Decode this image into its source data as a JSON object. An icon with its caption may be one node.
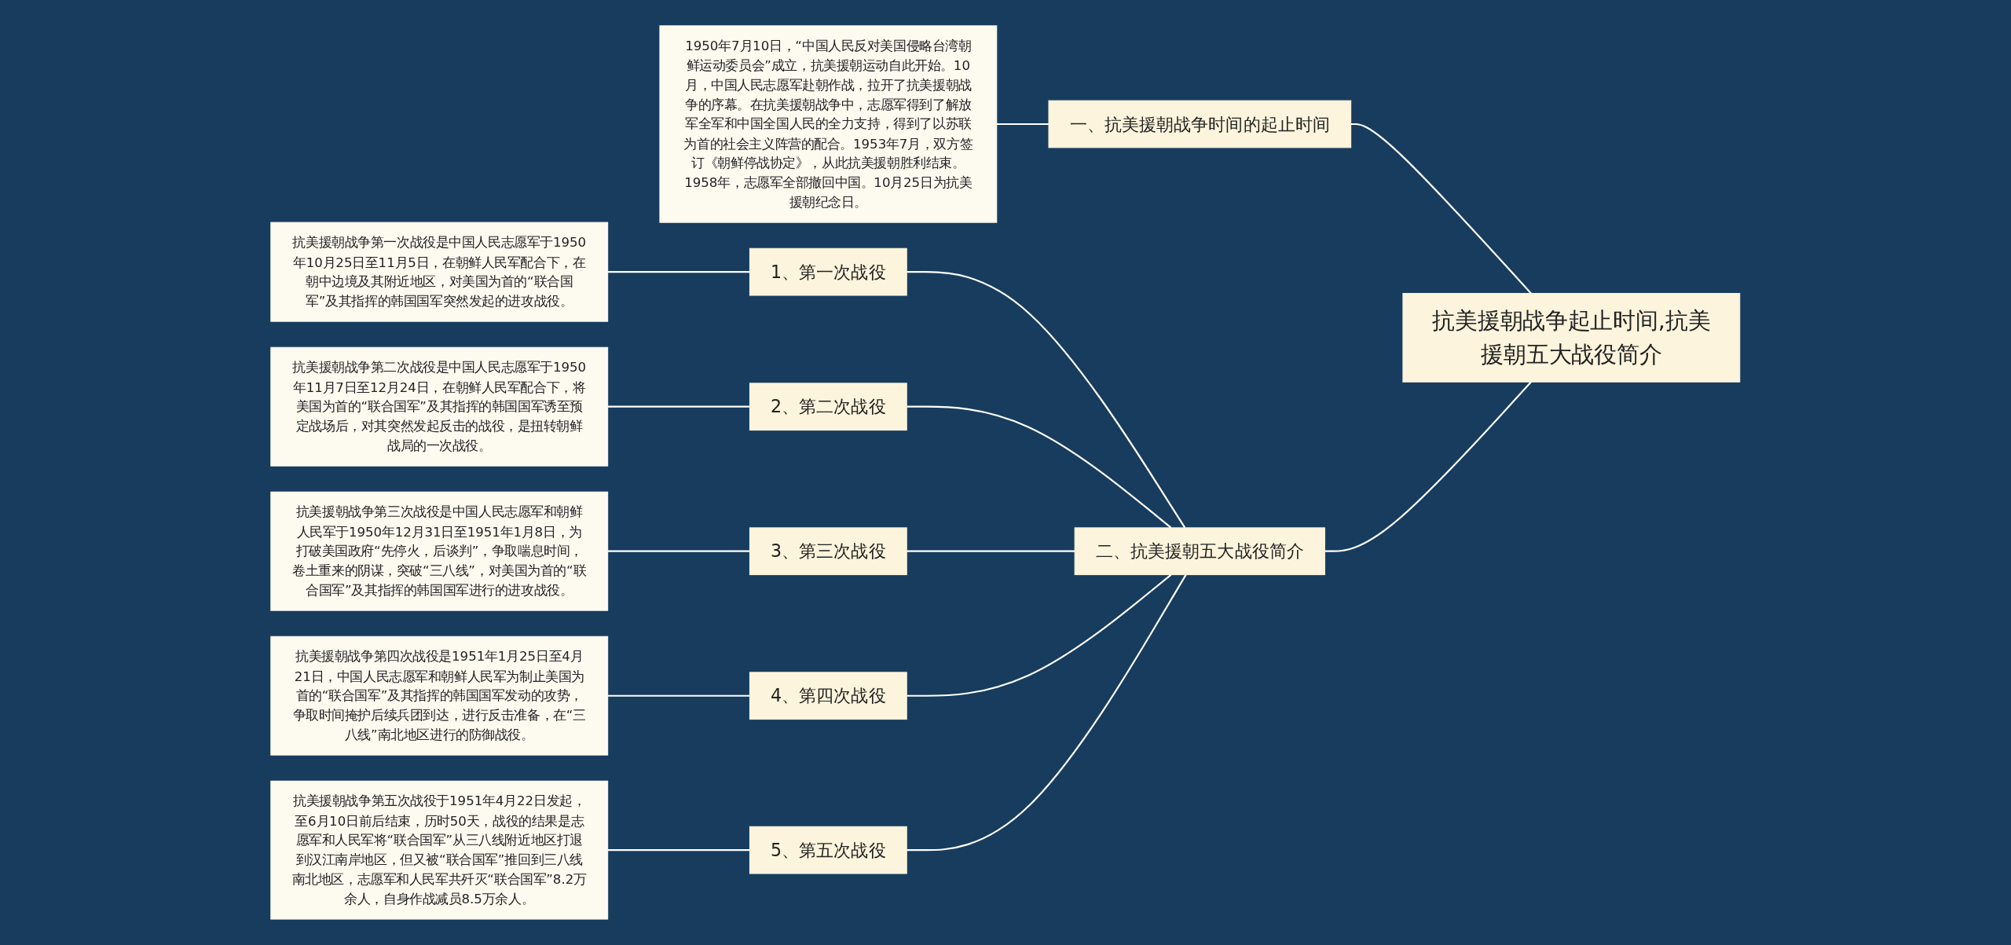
{
  "diagram": {
    "nodes": [
      {
        "text": [
          "抗美援朝战争起止时间,抗美援朝五大战役简介"
        ]
      },
      {
        "text": [
          "一、抗美援朝战争时间的起止时间"
        ]
      },
      {
        "text": [
          "1950年7月10日，“中国人民反对美国侵略台湾朝鲜运动委员会”成立，抗美援朝运动自此开始。10月，中国人民志愿军赴朝作战，拉开了抗美援朝战争的序幕。在抗美援朝战争中，志愿军得到了解放军全军和中国全国人民的全力支持，得到了以苏联为首的社会主义阵营的配合。1953年7月，双方签订《朝鲜停战协定》，从此抗美援朝胜利结束。1958年，志愿军全部撤回中国。10月25日为抗美援朝纪念日。"
        ]
      },
      {
        "text": [
          "二、抗美援朝五大战役简介"
        ]
      },
      {
        "text": [
          "1、第一次战役"
        ]
      },
      {
        "text": [
          "抗美援朝战争第一次战役是中国人民志愿军于1950年10月25日至11月5日，在朝鲜人民军配合下，在朝中边境及其附近地区，对美国为首的“联合国军”及其指挥的韩国国军突然发起的进攻战役。"
        ]
      },
      {
        "text": [
          "2、第二次战役"
        ]
      },
      {
        "text": [
          "抗美援朝战争第二次战役是中国人民志愿军于1950年11月7日至12月24日，在朝鲜人民军配合下，将美国为首的“联合国军”及其指挥的韩国国军诱至预定战场后，对其突然发起反击的战役，是扭转朝鲜战局的一次战役。"
        ]
      },
      {
        "text": [
          "3、第三次战役"
        ]
      },
      {
        "text": [
          "抗美援朝战争第三次战役是中国人民志愿军和朝鲜人民军于1950年12月31日至1951年1月8日，为打破美国政府“先停火，后谈判”，争取喘息时间，卷土重来的阴谋，突破“三八线”，对美国为首的“联合国军”及其指挥的韩国国军进行的进攻战役。"
        ]
      },
      {
        "text": [
          "4、第四次战役"
        ]
      },
      {
        "text": [
          "抗美援朝战争第四次战役是1951年1月25日至4月21日，中国人民志愿军和朝鲜人民军为制止美国为首的“联合国军”及其指挥的韩国国军发动的攻势，争取时间掩护后续兵团到达，进行反击准备，在“三八线”南北地区进行的防御战役。"
        ]
      },
      {
        "text": [
          "5、第五次战役"
        ]
      },
      {
        "text": [
          "抗美援朝战争第五次战役于1951年4月22日发起，至6月10日前后结束，历时50天，战役的结果是志愿军和人民军将“联合国军”从三八线附近地区打退到汉江南岸地区，但又被“联合国军”推回到三八线南北地区，志愿军和人民军共歼灭“联合国军”8.2万余人，自身作战减员8.5万余人。"
        ]
      }
    ],
    "edges": [
      {
        "from": 0,
        "to": 1,
        "arrow": "none"
      },
      {
        "from": 1,
        "to": 2,
        "arrow": "none"
      },
      {
        "from": 0,
        "to": 3,
        "arrow": "none"
      },
      {
        "from": 3,
        "to": 4,
        "arrow": "none"
      },
      {
        "from": 4,
        "to": 5,
        "arrow": "none"
      },
      {
        "from": 3,
        "to": 6,
        "arrow": "none"
      },
      {
        "from": 6,
        "to": 7,
        "arrow": "none"
      },
      {
        "from": 3,
        "to": 8,
        "arrow": "none"
      },
      {
        "from": 8,
        "to": 9,
        "arrow": "none"
      },
      {
        "from": 3,
        "to": 10,
        "arrow": "none"
      },
      {
        "from": 10,
        "to": 11,
        "arrow": "none"
      },
      {
        "from": 3,
        "to": 12,
        "arrow": "none"
      },
      {
        "from": 12,
        "to": 13,
        "arrow": "none"
      }
    ]
  }
}
